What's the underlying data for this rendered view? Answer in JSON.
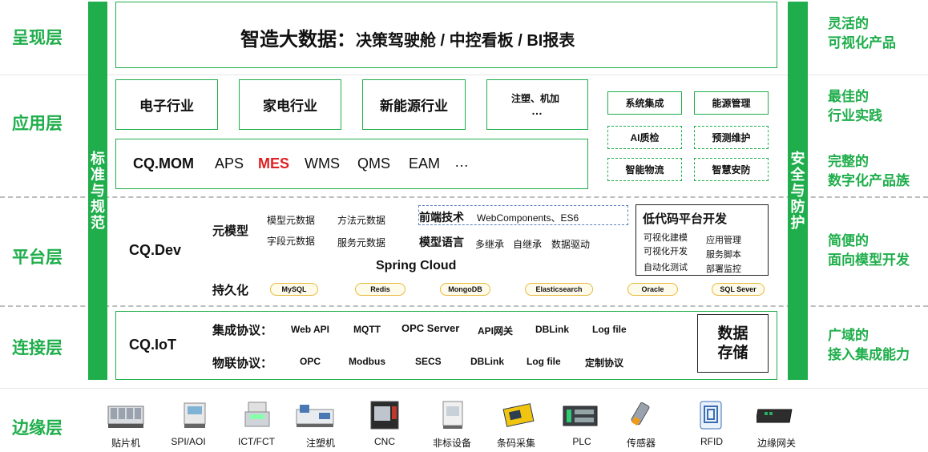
{
  "layers": {
    "presentation": "呈现层",
    "application": "应用层",
    "platform": "平台层",
    "connection": "连接层",
    "edge": "边缘层"
  },
  "side_bars": {
    "left": [
      "标",
      "准",
      "与",
      "规",
      "范"
    ],
    "right": [
      "安",
      "全",
      "与",
      "防",
      "护"
    ]
  },
  "right_labels": {
    "presentation": [
      "灵活的",
      "可视化产品"
    ],
    "app1": [
      "最佳的",
      "行业实践"
    ],
    "app2": [
      "完整的",
      "数字化产品族"
    ],
    "platform": [
      "简便的",
      "面向模型开发"
    ],
    "connection": [
      "广域的",
      "接入集成能力"
    ]
  },
  "top": {
    "title_main": "智造大数据：",
    "title_sub": "决策驾驶舱 / 中控看板 / BI报表"
  },
  "industries": [
    "电子行业",
    "家电行业",
    "新能源行业"
  ],
  "industry_more": {
    "line1": "注塑、机加",
    "line2": "…"
  },
  "mom": {
    "brand": "CQ.MOM",
    "items": [
      "APS",
      "MES",
      "WMS",
      "QMS",
      "EAM",
      "…"
    ],
    "highlight_color": "#e02020"
  },
  "modules": [
    "系统集成",
    "能源管理",
    "AI质检",
    "预测维护",
    "智能物流",
    "智慧安防"
  ],
  "dev": {
    "brand": "CQ.Dev",
    "meta_label": "元模型",
    "meta_items": [
      "模型元数据",
      "方法元数据",
      "字段元数据",
      "服务元数据"
    ],
    "frontend_label": "前端技术",
    "frontend_value": "WebComponents、ES6",
    "model_lang_label": "模型语言",
    "model_lang_items": [
      "多继承",
      "自继承",
      "数据驱动"
    ],
    "spring": "Spring Cloud",
    "persist_label": "持久化",
    "dbs": [
      "MySQL",
      "Redis",
      "MongoDB",
      "Elasticsearch",
      "Oracle",
      "SQL Sever"
    ],
    "lowcode_title": "低代码平台开发",
    "lowcode_left": [
      "可视化建模",
      "可视化开发",
      "自动化测试"
    ],
    "lowcode_right": [
      "应用管理",
      "服务脚本",
      "部署监控"
    ]
  },
  "iot": {
    "brand": "CQ.IoT",
    "integration_label": "集成协议：",
    "integration_items": [
      "Web API",
      "MQTT",
      "OPC Server",
      "API网关",
      "DBLink",
      "Log file"
    ],
    "iot_label": "物联协议：",
    "iot_items": [
      "OPC",
      "Modbus",
      "SECS",
      "DBLink",
      "Log file",
      "定制协议"
    ],
    "storage": [
      "数据",
      "存储"
    ]
  },
  "devices": [
    "贴片机",
    "SPI/AOI",
    "ICT/FCT",
    "注塑机",
    "CNC",
    "非标设备",
    "条码采集",
    "PLC",
    "传感器",
    "RFID",
    "边缘网关"
  ],
  "colors": {
    "accent": "#1fae4b",
    "highlight": "#e02020",
    "db_border": "#e8b93a"
  }
}
